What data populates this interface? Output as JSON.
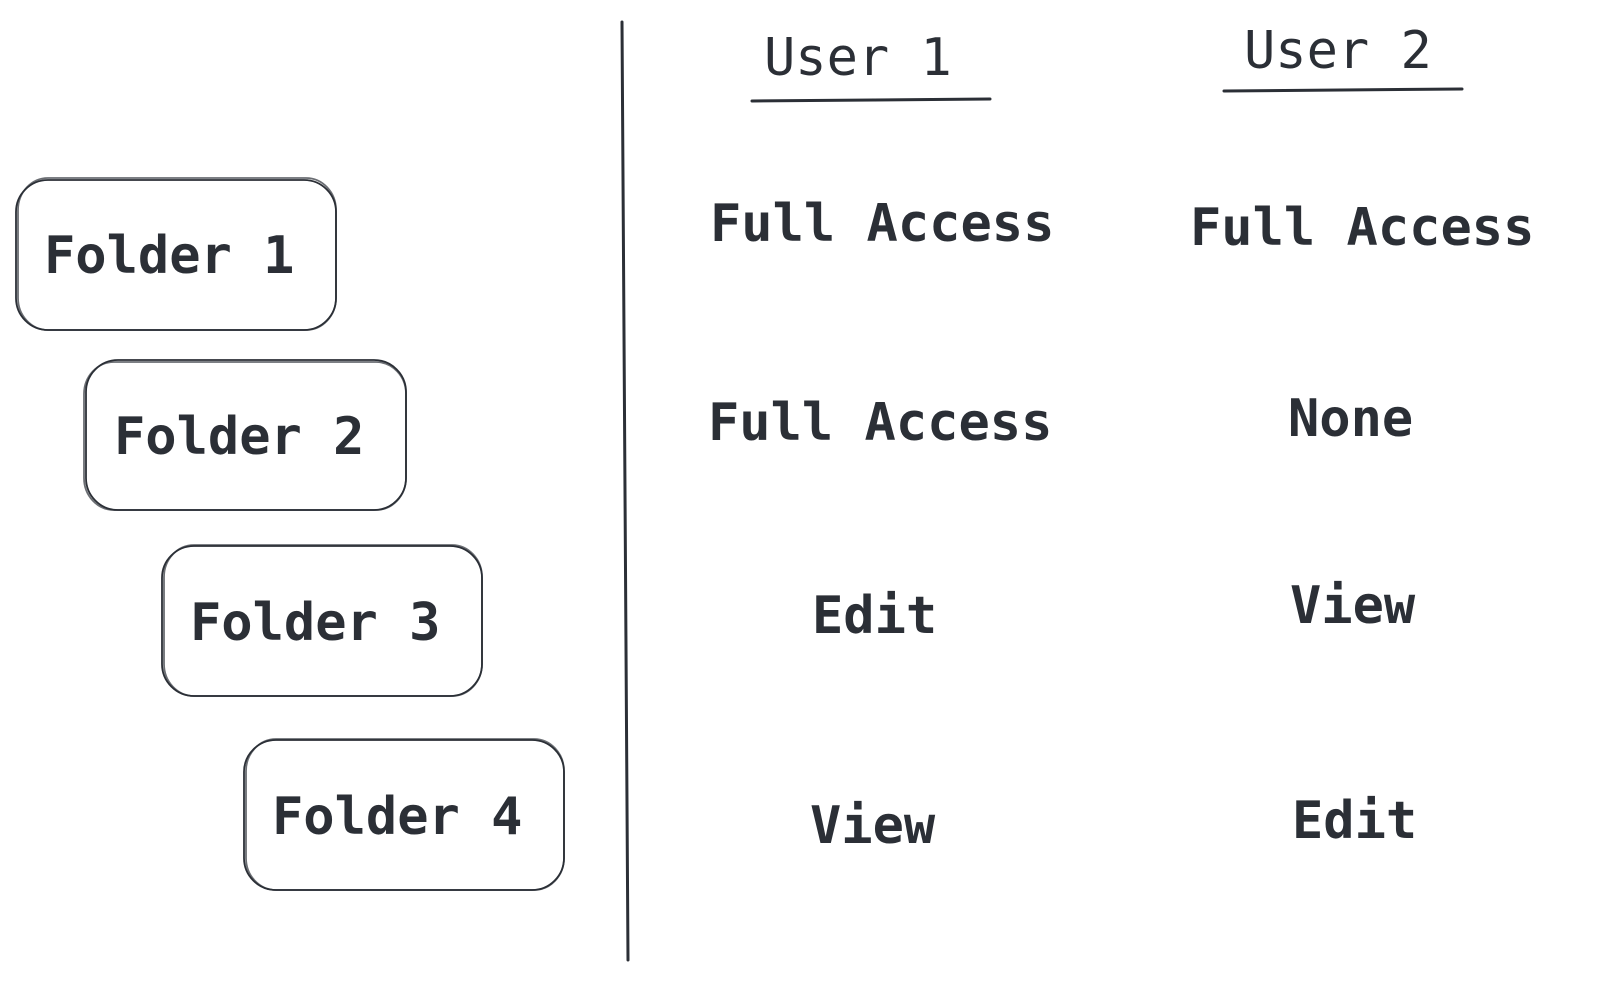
{
  "folders": [
    {
      "label": "Folder 1"
    },
    {
      "label": "Folder 2"
    },
    {
      "label": "Folder 3"
    },
    {
      "label": "Folder 4"
    }
  ],
  "users": [
    {
      "label": "User 1"
    },
    {
      "label": "User 2"
    }
  ],
  "permissions": [
    [
      "Full Access",
      "Full Access"
    ],
    [
      "Full Access",
      "None"
    ],
    [
      "Edit",
      "View"
    ],
    [
      "View",
      "Edit"
    ]
  ],
  "colors": {
    "ink": "#2b2f36",
    "background": "#ffffff"
  }
}
